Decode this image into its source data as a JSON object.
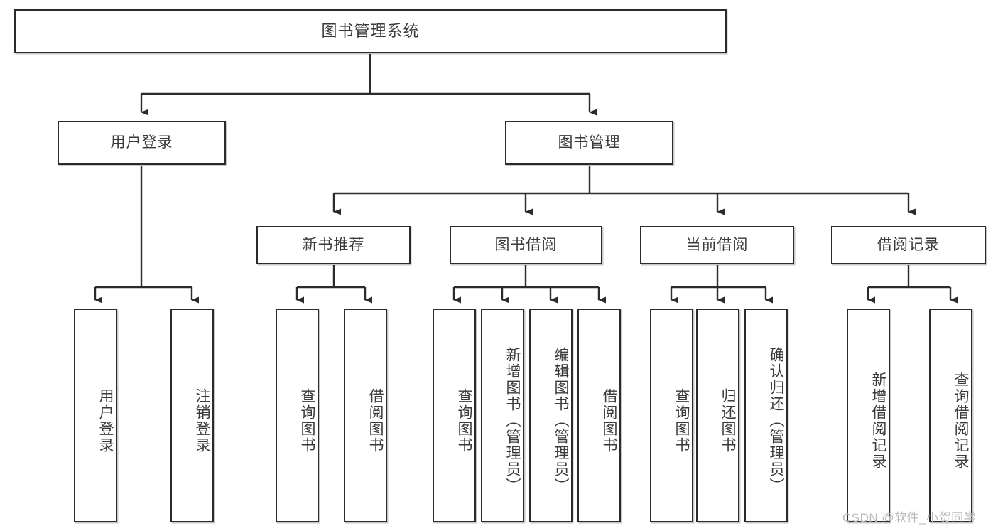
{
  "diagram": {
    "title": "图书管理系统",
    "type": "hierarchy-tree",
    "watermark": "CSDN @软件_小贺同学",
    "colors": {
      "box_border": "#2b2b2b",
      "box_fill": "#ffffff",
      "text": "#3a3a3a",
      "connector": "#2b2b2b",
      "watermark": "#b9b9b9"
    },
    "root": {
      "label": "图书管理系统"
    },
    "level2": [
      {
        "label": "用户登录"
      },
      {
        "label": "图书管理"
      }
    ],
    "level3": [
      {
        "label": "新书推荐"
      },
      {
        "label": "图书借阅"
      },
      {
        "label": "当前借阅"
      },
      {
        "label": "借阅记录"
      }
    ],
    "leaves": {
      "user_login": [
        {
          "label": "用户登录"
        },
        {
          "label": "注销登录"
        }
      ],
      "new_book": [
        {
          "label": "查询图书"
        },
        {
          "label": "借阅图书"
        }
      ],
      "book_borrow": [
        {
          "label": "查询图书"
        },
        {
          "label": "新增图书（管理员）"
        },
        {
          "label": "编辑图书（管理员）"
        },
        {
          "label": "借阅图书"
        }
      ],
      "current_borrow": [
        {
          "label": "查询图书"
        },
        {
          "label": "归还图书"
        },
        {
          "label": "确认归还（管理员）"
        }
      ],
      "borrow_record": [
        {
          "label": "新增借阅记录"
        },
        {
          "label": "查询借阅记录"
        }
      ]
    }
  }
}
